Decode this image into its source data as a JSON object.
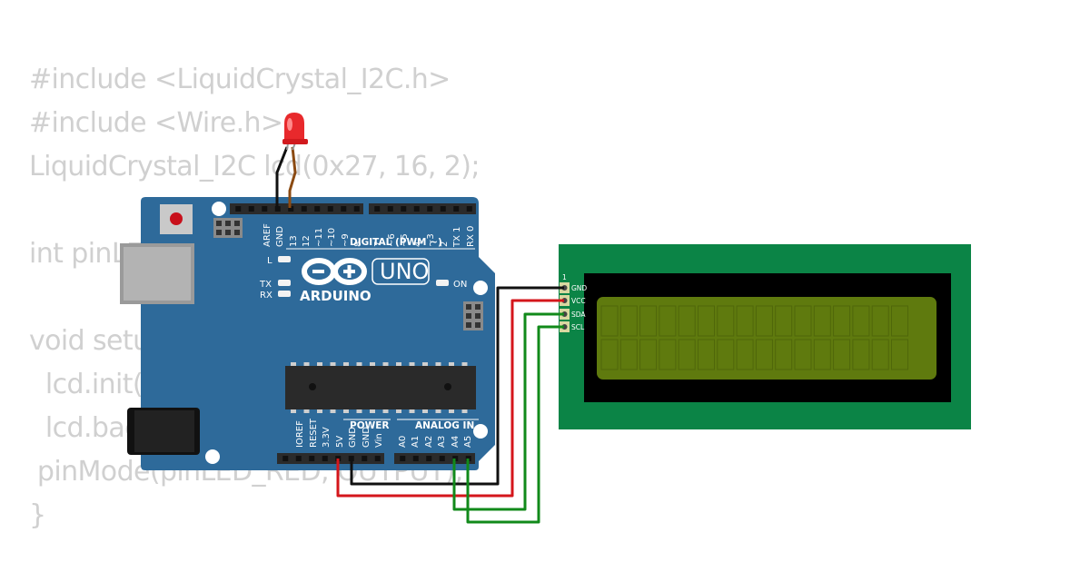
{
  "code_lines": [
    "#include <LiquidCrystal_I2C.h>",
    "#include <Wire.h>",
    "LiquidCrystal_I2C lcd(0x27, 16, 2);",
    "",
    "int pinLED_RED = 13;",
    "",
    "void setup() {",
    "  lcd.init();",
    "  lcd.backlight();",
    " pinMode(pinLED_RED, OUTPUT);",
    "}"
  ],
  "arduino": {
    "brand": "ARDUINO",
    "model": "UNO",
    "digital_header_title": "DIGITAL (PWM ~)",
    "digital_pins_left": [
      "AREF",
      "GND",
      "13",
      "12",
      "~11",
      "~10",
      "~9",
      "8"
    ],
    "digital_pins_right": [
      "7",
      "~6",
      "~5",
      "4",
      "~3",
      "2",
      "TX 1",
      "RX 0"
    ],
    "power_header_title": "POWER",
    "analog_header_title": "ANALOG IN",
    "power_pins": [
      "IOREF",
      "RESET",
      "3.3V",
      "5V",
      "GND",
      "GND",
      "Vin"
    ],
    "analog_pins": [
      "A0",
      "A1",
      "A2",
      "A3",
      "A4",
      "A5"
    ],
    "led_labels": {
      "l": "L",
      "tx": "TX",
      "rx": "RX",
      "on": "ON"
    },
    "board_color": "#2e6a9a"
  },
  "lcd": {
    "pin_number_label": "1",
    "pins": [
      "GND",
      "VCC",
      "SDA",
      "SCL"
    ],
    "pcb_color": "#0b8446",
    "screen_color": "#5f7a0e"
  },
  "led": {
    "color": "#e8292c"
  },
  "wire_colors": {
    "gnd": "#111111",
    "vcc": "#d4161b",
    "sda": "#118a1a",
    "scl": "#118a1a",
    "led_anode": "#8b4a12"
  }
}
